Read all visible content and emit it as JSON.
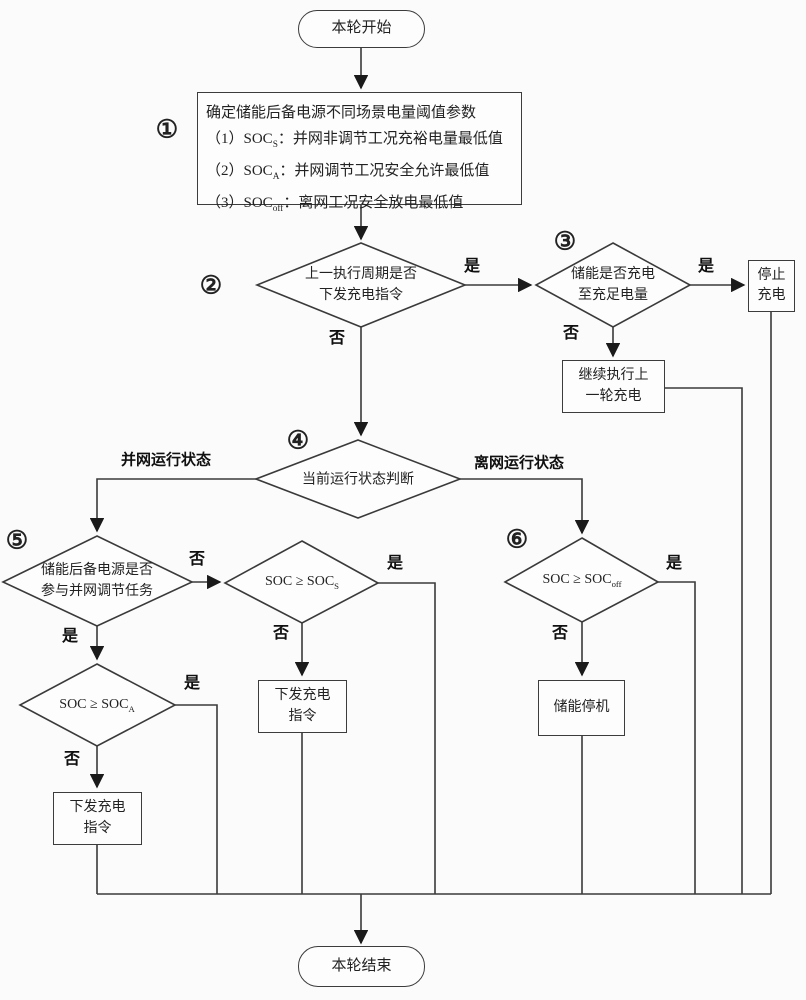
{
  "page": {
    "background": "#fbfbfb",
    "line_color": "#3a3a3a",
    "arrow_color": "#1a1a1a"
  },
  "nodes": {
    "start": {
      "label": "本轮开始"
    },
    "params": {
      "title": "确定储能后备电源不同场景电量阈值参数",
      "items": [
        {
          "pre": "（1）SOC",
          "sub": "S",
          "post": "：并网非调节工况充裕电量最低值"
        },
        {
          "pre": "（2）SOC",
          "sub": "A",
          "post": "：并网调节工况安全允许最低值"
        },
        {
          "pre": "（3）SOC",
          "sub": "off",
          "post": "：离网工况安全放电最低值"
        }
      ]
    },
    "d2": {
      "line1": "上一执行周期是否",
      "line2": "下发充电指令"
    },
    "d3": {
      "line1": "储能是否充电",
      "line2": "至充足电量"
    },
    "stop_charge": {
      "line1": "停止",
      "line2": "充电"
    },
    "continue_charge": {
      "line1": "继续执行上",
      "line2": "一轮充电"
    },
    "d4": {
      "label": "当前运行状态判断"
    },
    "d5": {
      "line1": "储能后备电源是否",
      "line2": "参与并网调节任务"
    },
    "d_socs": {
      "pre": "SOC ≥ SOC",
      "sub": "S"
    },
    "d_soca": {
      "pre": "SOC ≥ SOC",
      "sub": "A"
    },
    "d_socoff": {
      "pre": "SOC ≥ SOC",
      "sub": "off"
    },
    "cmd_mid": {
      "line1": "下发充电",
      "line2": "指令"
    },
    "cmd_left": {
      "line1": "下发充电",
      "line2": "指令"
    },
    "storage_stop": {
      "label": "储能停机"
    },
    "end": {
      "label": "本轮结束"
    }
  },
  "badges": {
    "b1": "①",
    "b2": "②",
    "b3": "③",
    "b4": "④",
    "b5": "⑤",
    "b6": "⑥"
  },
  "edge_labels": {
    "yes": "是",
    "no": "否",
    "grid": "并网运行状态",
    "offgrid": "离网运行状态"
  }
}
